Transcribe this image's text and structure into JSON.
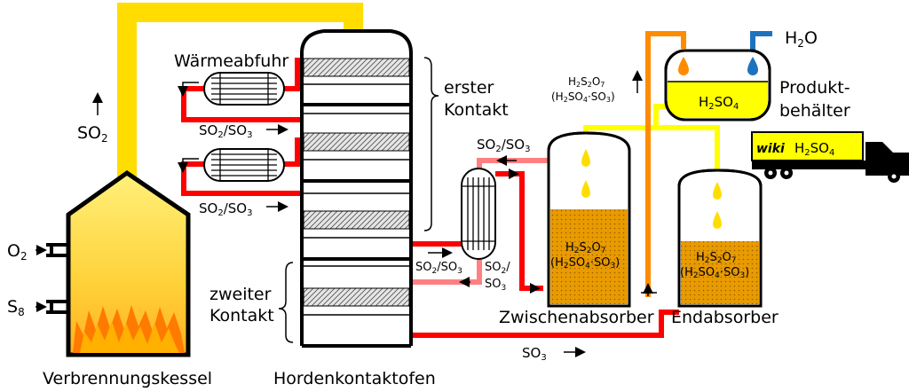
{
  "labels": {
    "boiler": "Verbrennungskessel",
    "column": "Hordenkontaktofen",
    "heat_removal": "Wärmeabfuhr",
    "first_contact": [
      "erster",
      "Kontakt"
    ],
    "second_contact": [
      "zweiter",
      "Kontakt"
    ],
    "intermediate_absorber": "Zwischenabsorber",
    "final_absorber": "Endabsorber",
    "product_tank": [
      "Produkt-",
      "behälter"
    ]
  },
  "chemicals": {
    "so2_left": [
      "SO",
      "2"
    ],
    "o2_in": [
      "O",
      "2"
    ],
    "s8_in": [
      "S",
      "8"
    ],
    "so2so3_a": [
      "SO",
      "2",
      "/SO",
      "3"
    ],
    "so2so3_b": [
      "SO",
      "2",
      "/SO",
      "3"
    ],
    "so2so3_c": [
      "SO",
      "2",
      "/SO",
      "3"
    ],
    "so2so3_d": [
      "SO",
      "2",
      "/SO",
      "3"
    ],
    "so2so3_e": [
      "SO",
      "2",
      "/",
      "SO",
      "3"
    ],
    "so3_bottom": [
      "SO",
      "3"
    ],
    "h2o_in": [
      "H",
      "2",
      "O"
    ],
    "tank_h2so4": [
      "H",
      "2",
      "SO",
      "4"
    ],
    "truck_h2so4": [
      "H",
      "2",
      "SO",
      "4"
    ],
    "oleum_top": [
      "H",
      "2",
      "S",
      "2",
      "O",
      "7"
    ],
    "oleum_top_alt": [
      "(H",
      "2",
      "SO",
      "4",
      "·SO",
      "3",
      ")"
    ],
    "oleum_mid": [
      "H",
      "2",
      "S",
      "2",
      "O",
      "7"
    ],
    "oleum_mid_alt": [
      "(H",
      "2",
      "SO",
      "4",
      "·SO",
      "3",
      ")"
    ],
    "oleum_right": [
      "H",
      "2",
      "S",
      "2",
      "O",
      "7"
    ],
    "oleum_right_alt": [
      "(H",
      "2",
      "SO",
      "4",
      "·SO",
      "3",
      ")"
    ]
  },
  "truck": {
    "logo": "wiki"
  },
  "colors": {
    "sulfur_yellow": "#ffdd00",
    "acid_yellow": "#ffff00",
    "gas_red": "#ff0000",
    "gas_pink": "#ff8080",
    "oleum_orange": "#ff8c00",
    "water_blue": "#1e73be",
    "fill_orange": "#e89b00"
  }
}
